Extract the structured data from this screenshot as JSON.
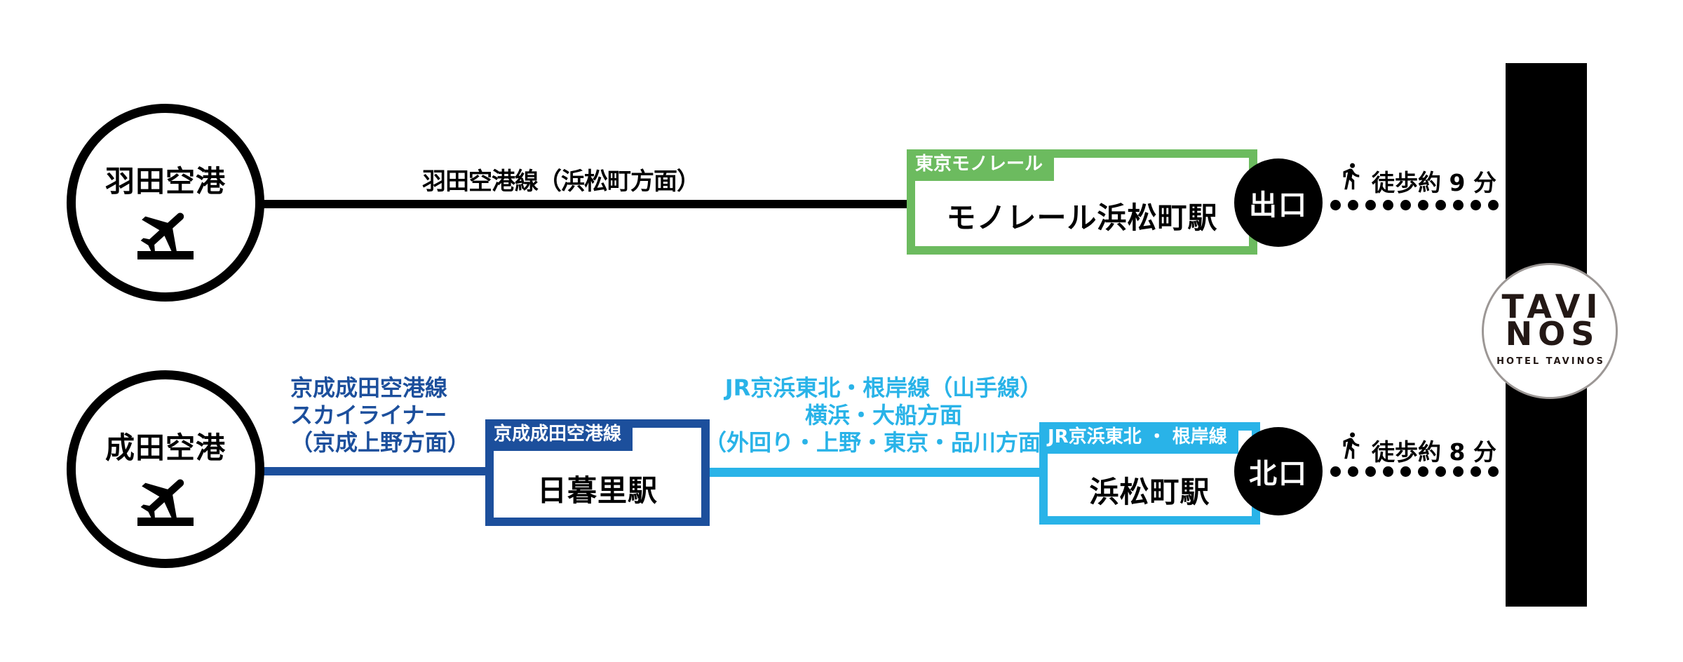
{
  "colors": {
    "black": "#000000",
    "monorail_green": "#6CBB5F",
    "keisei_blue": "#1C4F9C",
    "jr_cyan": "#29B3E8",
    "logo_dark": "#231815"
  },
  "haneda_route": {
    "origin": "羽田空港",
    "line_label": "羽田空港線（浜松町方面）",
    "station": {
      "tag": "東京モノレール",
      "name": "モノレール浜松町駅"
    },
    "exit_label": "出口",
    "walk_label": "徒歩約 9 分"
  },
  "narita_route": {
    "origin": "成田空港",
    "leg1_lines": [
      "京成成田空港線",
      "スカイライナー",
      "（京成上野方面）"
    ],
    "station1": {
      "tag": "京成成田空港線",
      "name": "日暮里駅"
    },
    "leg2_lines": [
      "JR京浜東北・根岸線（山手線）",
      "横浜・大船方面",
      "（外回り・上野・東京・品川方面）"
    ],
    "station2": {
      "tag": "JR京浜東北 ・ 根岸線",
      "name": "浜松町駅"
    },
    "exit_label": "北口",
    "walk_label": "徒歩約 8 分"
  },
  "hotel_logo": {
    "line1": "TAVI",
    "line2": "NOS",
    "subtitle": "HOTEL TAVINOS"
  }
}
